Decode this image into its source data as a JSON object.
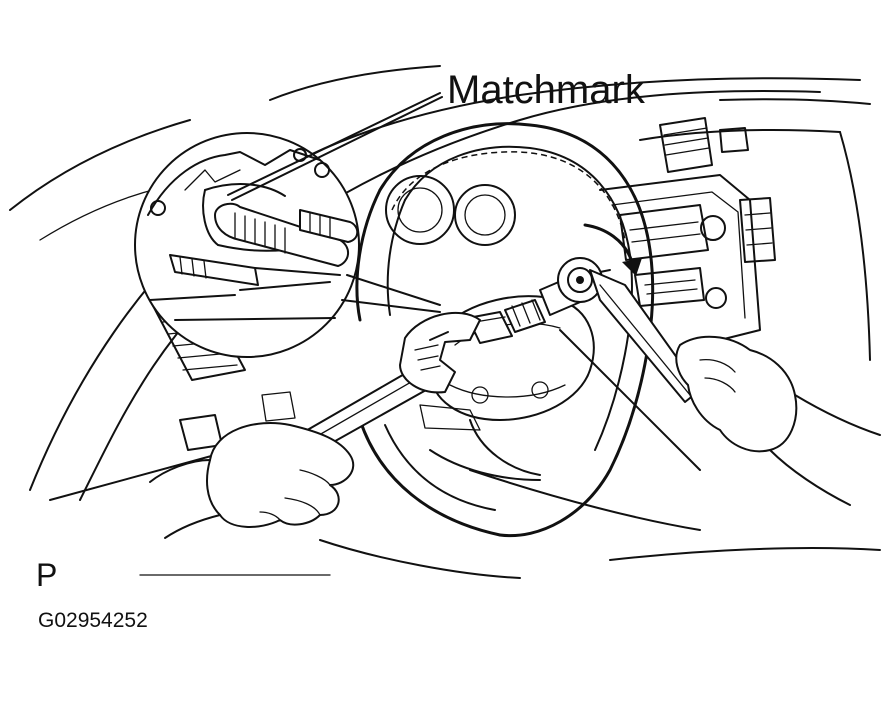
{
  "labels": {
    "matchmark": "Matchmark",
    "view_letter": "P",
    "figure_code": "G02954252"
  }
}
